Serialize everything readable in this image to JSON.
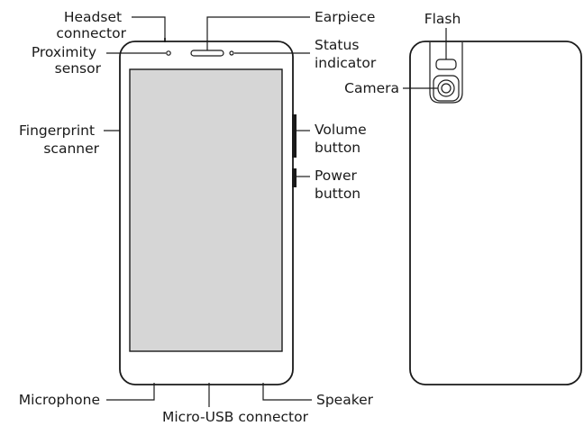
{
  "labels": {
    "headset_connector": [
      "Headset",
      "connector"
    ],
    "proximity_sensor": [
      "Proximity",
      "sensor"
    ],
    "fingerprint_scanner": [
      "Fingerprint",
      "scanner"
    ],
    "earpiece": [
      "Earpiece"
    ],
    "status_indicator": [
      "Status",
      "indicator"
    ],
    "volume_button": [
      "Volume",
      "button"
    ],
    "power_button": [
      "Power",
      "button"
    ],
    "microphone": [
      "Microphone"
    ],
    "micro_usb_connector": [
      "Micro-USB connector"
    ],
    "speaker": [
      "Speaker"
    ],
    "flash": [
      "Flash"
    ],
    "camera": [
      "Camera"
    ]
  }
}
